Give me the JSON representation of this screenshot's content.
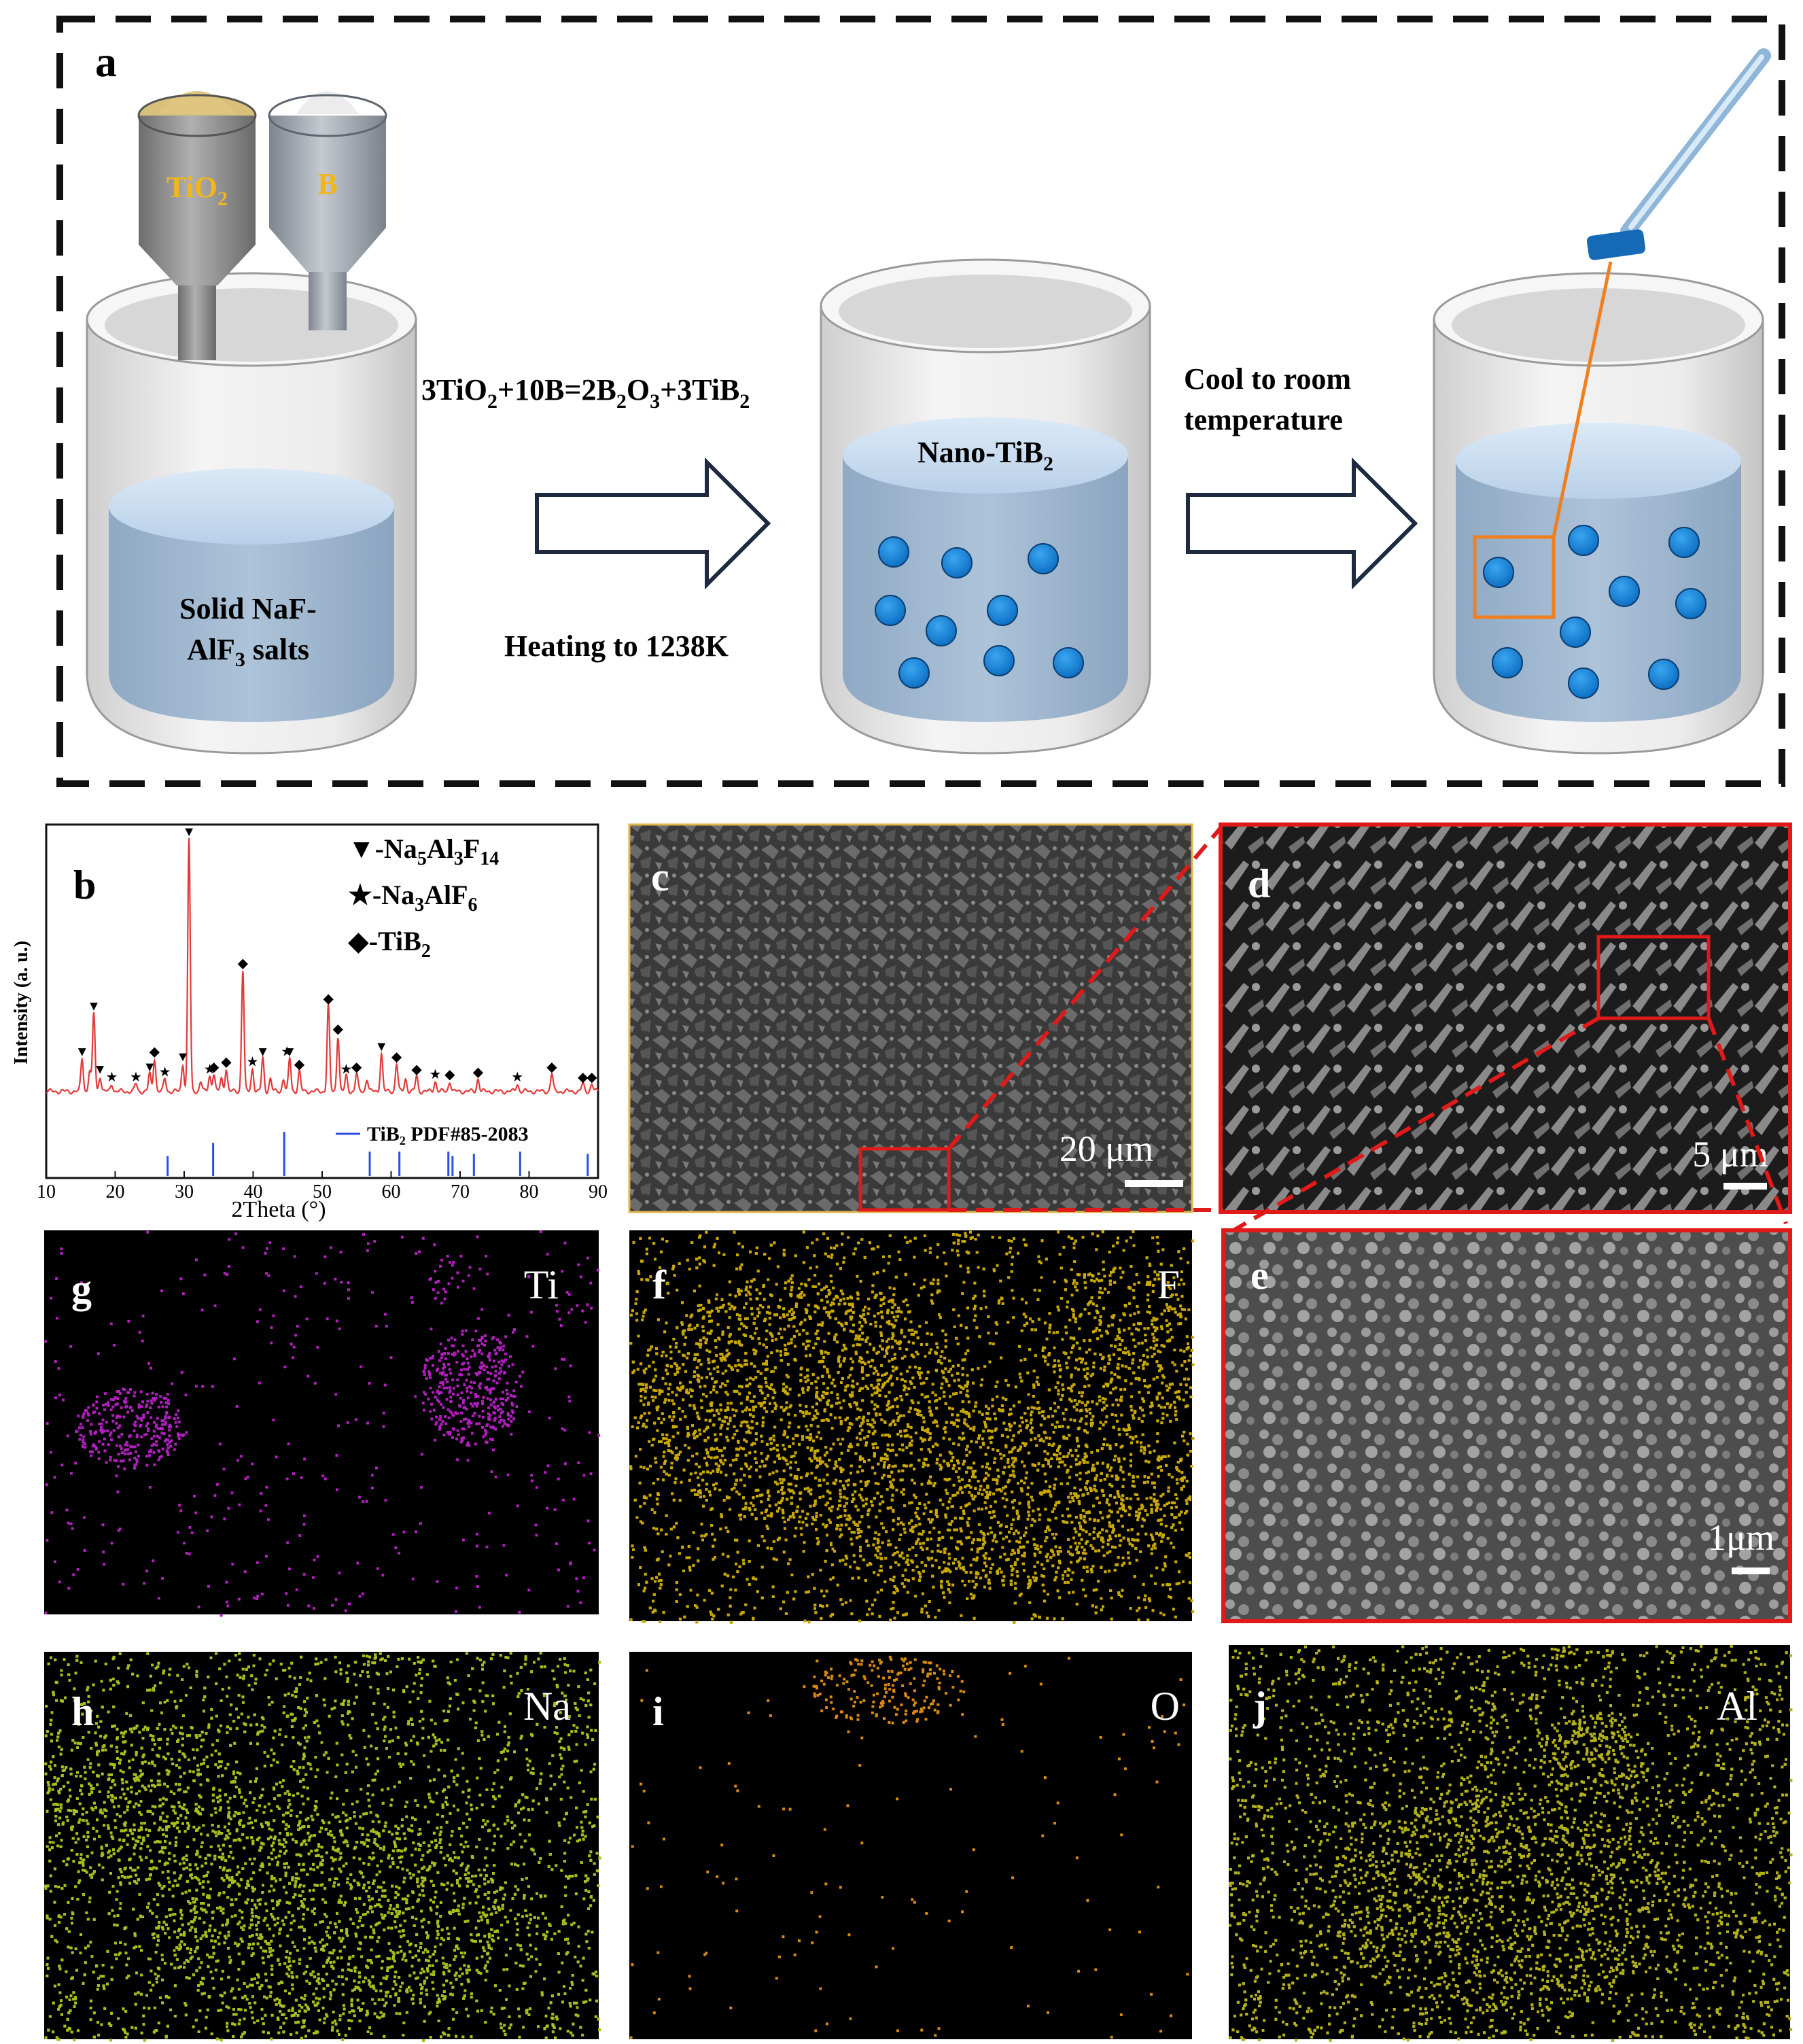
{
  "panel_a": {
    "letter": "a",
    "hopper_left_label_main": "TiO",
    "hopper_left_label_sub": "2",
    "hopper_right_label": "B",
    "salt_label_line1": "Solid NaF-",
    "salt_label_line2_main": "AlF",
    "salt_label_line2_sub": "3",
    "salt_label_line2_rest": " salts",
    "reaction_equation_parts": [
      "3TiO",
      "2",
      "+10B=2B",
      "2",
      "O",
      "3",
      "+3TiB",
      "2"
    ],
    "heating_label": "Heating to 1238K",
    "nano_label_main": "Nano-TiB",
    "nano_label_sub": "2",
    "cool_line1": "Cool to room",
    "cool_line2": "temperature"
  },
  "panel_b": {
    "letter": "b",
    "legend": [
      {
        "symbol": "▼",
        "label_parts": [
          "-Na",
          "5",
          "Al",
          "3",
          "F",
          "14"
        ]
      },
      {
        "symbol": "★",
        "label_parts": [
          "-Na",
          "3",
          "AlF",
          "6"
        ]
      },
      {
        "symbol": "◆",
        "label_parts": [
          "-TiB",
          "2"
        ]
      }
    ],
    "reference_label": "TiB₂  PDF#85-2083"
  },
  "chart_data": {
    "type": "line",
    "title": "",
    "xlabel": "2Theta (°)",
    "ylabel": "Intensity (a. u.)",
    "xlim": [
      10,
      90
    ],
    "xticks": [
      10,
      20,
      30,
      40,
      50,
      60,
      70,
      80,
      90
    ],
    "series": [
      {
        "name": "",
        "color": "#e23a3a",
        "peaks": [
          {
            "x": 15.2,
            "h": 0.13
          },
          {
            "x": 16.3,
            "h": 0.08
          },
          {
            "x": 16.9,
            "h": 0.31
          },
          {
            "x": 17.8,
            "h": 0.06
          },
          {
            "x": 19.5,
            "h": 0.03
          },
          {
            "x": 23.0,
            "h": 0.03
          },
          {
            "x": 25.0,
            "h": 0.07
          },
          {
            "x": 25.7,
            "h": 0.13
          },
          {
            "x": 27.2,
            "h": 0.05
          },
          {
            "x": 29.8,
            "h": 0.11
          },
          {
            "x": 30.7,
            "h": 1.0
          },
          {
            "x": 32.4,
            "h": 0.04
          },
          {
            "x": 33.7,
            "h": 0.06
          },
          {
            "x": 34.3,
            "h": 0.07
          },
          {
            "x": 35.4,
            "h": 0.05
          },
          {
            "x": 36.1,
            "h": 0.09
          },
          {
            "x": 38.5,
            "h": 0.48
          },
          {
            "x": 39.9,
            "h": 0.09
          },
          {
            "x": 41.4,
            "h": 0.13
          },
          {
            "x": 42.5,
            "h": 0.05
          },
          {
            "x": 44.4,
            "h": 0.05
          },
          {
            "x": 45.3,
            "h": 0.13
          },
          {
            "x": 46.7,
            "h": 0.08
          },
          {
            "x": 50.9,
            "h": 0.34
          },
          {
            "x": 52.3,
            "h": 0.22
          },
          {
            "x": 53.5,
            "h": 0.06
          },
          {
            "x": 55.0,
            "h": 0.07
          },
          {
            "x": 56.5,
            "h": 0.05
          },
          {
            "x": 58.6,
            "h": 0.15
          },
          {
            "x": 60.8,
            "h": 0.11
          },
          {
            "x": 62.1,
            "h": 0.05
          },
          {
            "x": 63.7,
            "h": 0.06
          },
          {
            "x": 66.4,
            "h": 0.04
          },
          {
            "x": 68.5,
            "h": 0.04
          },
          {
            "x": 72.6,
            "h": 0.05
          },
          {
            "x": 78.3,
            "h": 0.03
          },
          {
            "x": 83.3,
            "h": 0.07
          },
          {
            "x": 87.8,
            "h": 0.03
          },
          {
            "x": 89.1,
            "h": 0.03
          }
        ]
      }
    ],
    "markers": [
      {
        "x": 15.2,
        "s": "▼"
      },
      {
        "x": 16.9,
        "s": "▼"
      },
      {
        "x": 17.8,
        "s": "▼"
      },
      {
        "x": 19.5,
        "s": "★"
      },
      {
        "x": 23.0,
        "s": "★"
      },
      {
        "x": 25.0,
        "s": "▼"
      },
      {
        "x": 25.7,
        "s": "◆"
      },
      {
        "x": 27.2,
        "s": "★"
      },
      {
        "x": 29.8,
        "s": "▼"
      },
      {
        "x": 30.7,
        "s": "▼"
      },
      {
        "x": 33.7,
        "s": "★"
      },
      {
        "x": 34.3,
        "s": "◆"
      },
      {
        "x": 36.1,
        "s": "◆"
      },
      {
        "x": 38.5,
        "s": "◆"
      },
      {
        "x": 39.9,
        "s": "★"
      },
      {
        "x": 41.4,
        "s": "▼"
      },
      {
        "x": 44.9,
        "s": "★"
      },
      {
        "x": 45.3,
        "s": "▼"
      },
      {
        "x": 46.7,
        "s": "◆"
      },
      {
        "x": 50.9,
        "s": "◆"
      },
      {
        "x": 52.3,
        "s": "◆"
      },
      {
        "x": 53.5,
        "s": "★"
      },
      {
        "x": 55.0,
        "s": "◆"
      },
      {
        "x": 58.6,
        "s": "▼"
      },
      {
        "x": 60.8,
        "s": "◆"
      },
      {
        "x": 63.7,
        "s": "◆"
      },
      {
        "x": 66.4,
        "s": "★"
      },
      {
        "x": 68.5,
        "s": "◆"
      },
      {
        "x": 72.6,
        "s": "◆"
      },
      {
        "x": 78.3,
        "s": "★"
      },
      {
        "x": 83.3,
        "s": "◆"
      },
      {
        "x": 87.8,
        "s": "◆"
      },
      {
        "x": 89.1,
        "s": "◆"
      }
    ],
    "reference_sticks": {
      "name": "TiB₂  PDF#85-2083",
      "color": "#2a4fe8",
      "lines": [
        {
          "x": 27.6,
          "h": 0.45
        },
        {
          "x": 34.2,
          "h": 0.75
        },
        {
          "x": 44.5,
          "h": 1.0
        },
        {
          "x": 56.9,
          "h": 0.55
        },
        {
          "x": 61.2,
          "h": 0.55
        },
        {
          "x": 68.3,
          "h": 0.55
        },
        {
          "x": 68.9,
          "h": 0.45
        },
        {
          "x": 72.0,
          "h": 0.5
        },
        {
          "x": 78.7,
          "h": 0.55
        },
        {
          "x": 88.5,
          "h": 0.5
        }
      ]
    },
    "grid": false,
    "legend_position": "top-right"
  },
  "panels": {
    "c": {
      "letter": "c",
      "scale": "20 μm"
    },
    "d": {
      "letter": "d",
      "scale": "5 μm"
    },
    "e": {
      "letter": "e",
      "scale": "1μm"
    },
    "f": {
      "letter": "f",
      "element": "F",
      "color": "#c9a800"
    },
    "g": {
      "letter": "g",
      "element": "Ti",
      "color": "#b21fbf"
    },
    "h": {
      "letter": "h",
      "element": "Na",
      "color": "#a9bd1c"
    },
    "i": {
      "letter": "i",
      "element": "O",
      "color": "#d98a10"
    },
    "j": {
      "letter": "j",
      "element": "Al",
      "color": "#b3b21a"
    }
  }
}
